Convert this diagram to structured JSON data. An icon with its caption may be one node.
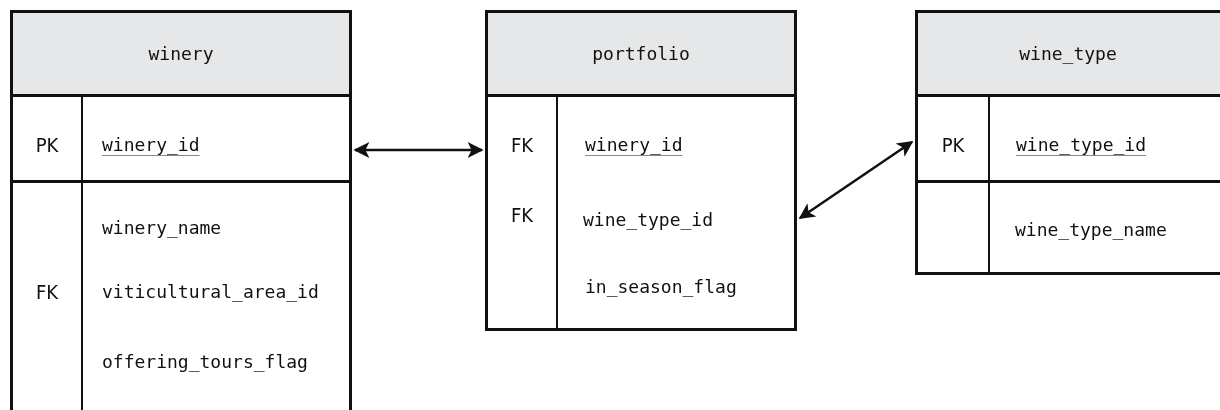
{
  "diagram": {
    "nodes": [
      {
        "text": [
          "winery",
          "PK",
          "winery_id",
          "winery_name",
          "FK",
          "viticultural_area_id",
          "offering_tours_flag"
        ]
      },
      {
        "text": [
          "portfolio",
          "FK",
          "winery_id",
          "FK",
          "wine_type_id",
          "in_season_flag"
        ]
      },
      {
        "text": [
          "wine_type",
          "PK",
          "wine_type_id",
          "wine_type_name"
        ]
      }
    ],
    "edges": [
      {
        "from": 0,
        "to": 1,
        "arrow": "both"
      },
      {
        "from": 1,
        "to": 2,
        "arrow": "both"
      }
    ]
  }
}
